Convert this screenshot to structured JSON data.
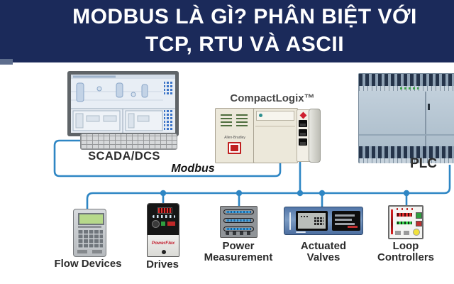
{
  "banner": {
    "line1": "MODBUS LÀ GÌ? PHÂN BIỆT VỚI",
    "line2": "TCP, RTU VÀ ASCII"
  },
  "bus": {
    "label": "Modbus"
  },
  "devices": {
    "scada": {
      "label": "SCADA/DCS"
    },
    "compactlogix": {
      "label": "CompactLogix™",
      "brand": "Allen-Bradley"
    },
    "plc": {
      "label": "PLC"
    },
    "flow": {
      "label": "Flow Devices"
    },
    "drives": {
      "label": "Drives",
      "brand": "PowerFlex"
    },
    "power": {
      "label": "Power Measurement"
    },
    "valves": {
      "label": "Actuated Valves"
    },
    "loop": {
      "label": "Loop Controllers"
    }
  },
  "colors": {
    "banner": "#1b2a5a",
    "banner-text": "#ffffff",
    "accent": "#2e86c4"
  }
}
